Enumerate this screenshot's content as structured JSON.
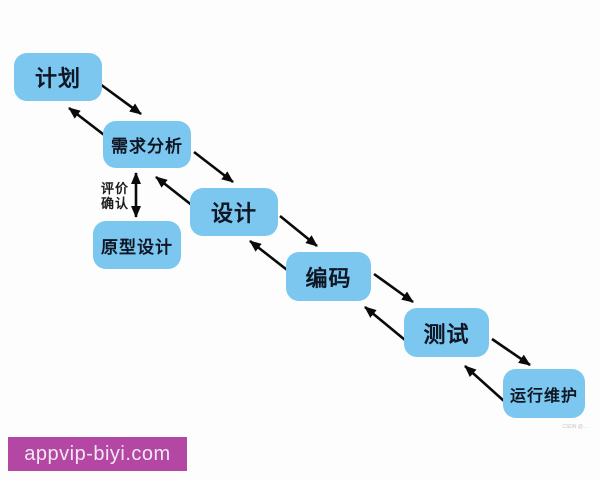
{
  "diagram": {
    "type": "flowchart",
    "description": "Software development lifecycle waterfall model with prototyping loop",
    "nodes": {
      "plan": {
        "label": "计划"
      },
      "requirements": {
        "label": "需求分析"
      },
      "design": {
        "label": "设计"
      },
      "prototype": {
        "label": "原型设计"
      },
      "coding": {
        "label": "编码"
      },
      "testing": {
        "label": "测试"
      },
      "maintenance": {
        "label": "运行维护"
      }
    },
    "edges": [
      {
        "from": "plan",
        "to": "requirements",
        "type": "forward"
      },
      {
        "from": "requirements",
        "to": "plan",
        "type": "back"
      },
      {
        "from": "requirements",
        "to": "design",
        "type": "forward"
      },
      {
        "from": "design",
        "to": "requirements",
        "type": "back"
      },
      {
        "from": "requirements",
        "to": "prototype",
        "type": "bidirectional",
        "label": "评价确认"
      },
      {
        "from": "design",
        "to": "coding",
        "type": "forward"
      },
      {
        "from": "coding",
        "to": "design",
        "type": "back"
      },
      {
        "from": "coding",
        "to": "testing",
        "type": "forward"
      },
      {
        "from": "testing",
        "to": "coding",
        "type": "back"
      },
      {
        "from": "testing",
        "to": "maintenance",
        "type": "forward"
      },
      {
        "from": "maintenance",
        "to": "testing",
        "type": "back"
      }
    ],
    "edge_label": {
      "line1": "评价",
      "line2": "确认"
    },
    "colors": {
      "node_fill": "#7cc7f0",
      "node_text": "#0f1624",
      "arrow": "#0a0a0a",
      "background": "#fdfdfd"
    }
  },
  "watermarks": {
    "site_banner": {
      "text": "appvip-biyi.com",
      "bg": "#b347a3",
      "text_color": "#f1e9f1"
    },
    "csdn": {
      "text": "CSDN @…"
    }
  }
}
